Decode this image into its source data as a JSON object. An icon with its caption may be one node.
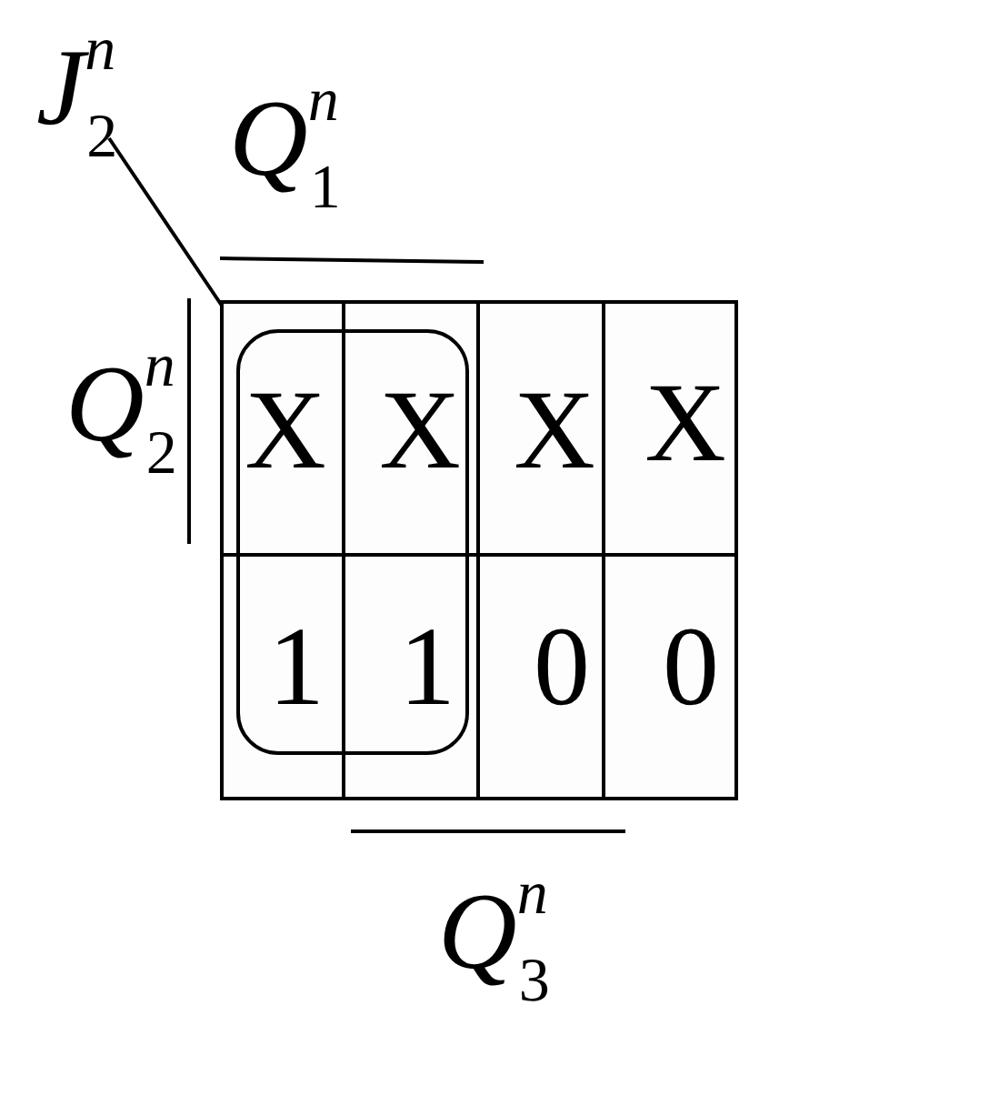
{
  "diagram": {
    "labels": [
      "*J*$^{n}$$_{2}$",
      "*Q*$^{n}$$_{1}$",
      "*Q*$^{n}$$_{2}$",
      "X",
      "X",
      "X",
      "X",
      "1",
      "1",
      "0",
      "0",
      "*Q*$^{n}$$_{3}$"
    ]
  }
}
